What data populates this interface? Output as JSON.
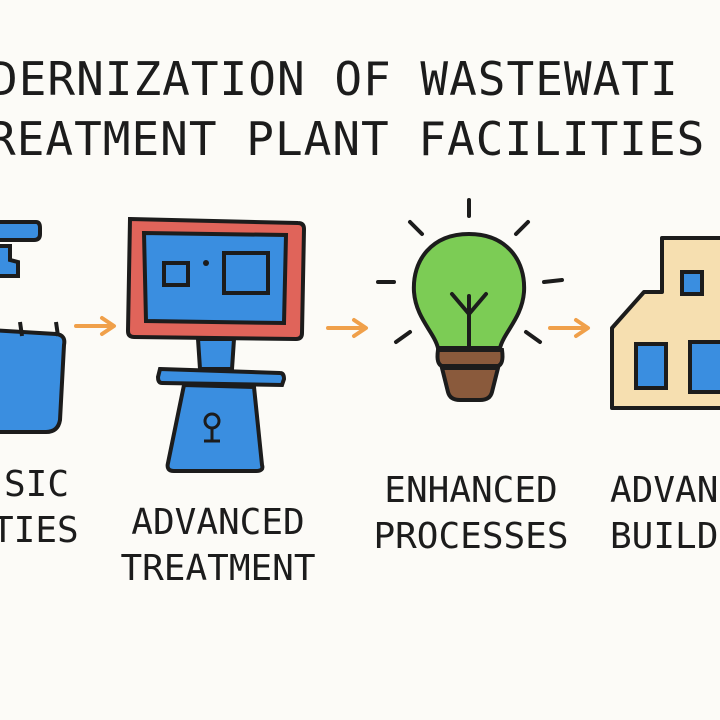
{
  "title": {
    "line1": "DERNIZATION OF WASTEWATI",
    "line2": "REATMENT PLANT FACILITIES"
  },
  "steps": [
    {
      "line1": "SIC",
      "line2": "TIES",
      "icon": "water-tank-faucet-icon"
    },
    {
      "line1": "ADVANCED",
      "line2": "TREATMENT",
      "icon": "monitor-control-unit-icon"
    },
    {
      "line1": "ENHANCED",
      "line2": "PROCESSES",
      "icon": "lightbulb-icon"
    },
    {
      "line1": "ADVAN",
      "line2": "BUILD",
      "icon": "building-icon"
    }
  ],
  "colors": {
    "blue": "#3a8ee0",
    "red": "#e0645a",
    "green": "#7ccc55",
    "orange": "#f0a04a",
    "beige": "#f6dfb0",
    "brown": "#8a5a3c"
  }
}
